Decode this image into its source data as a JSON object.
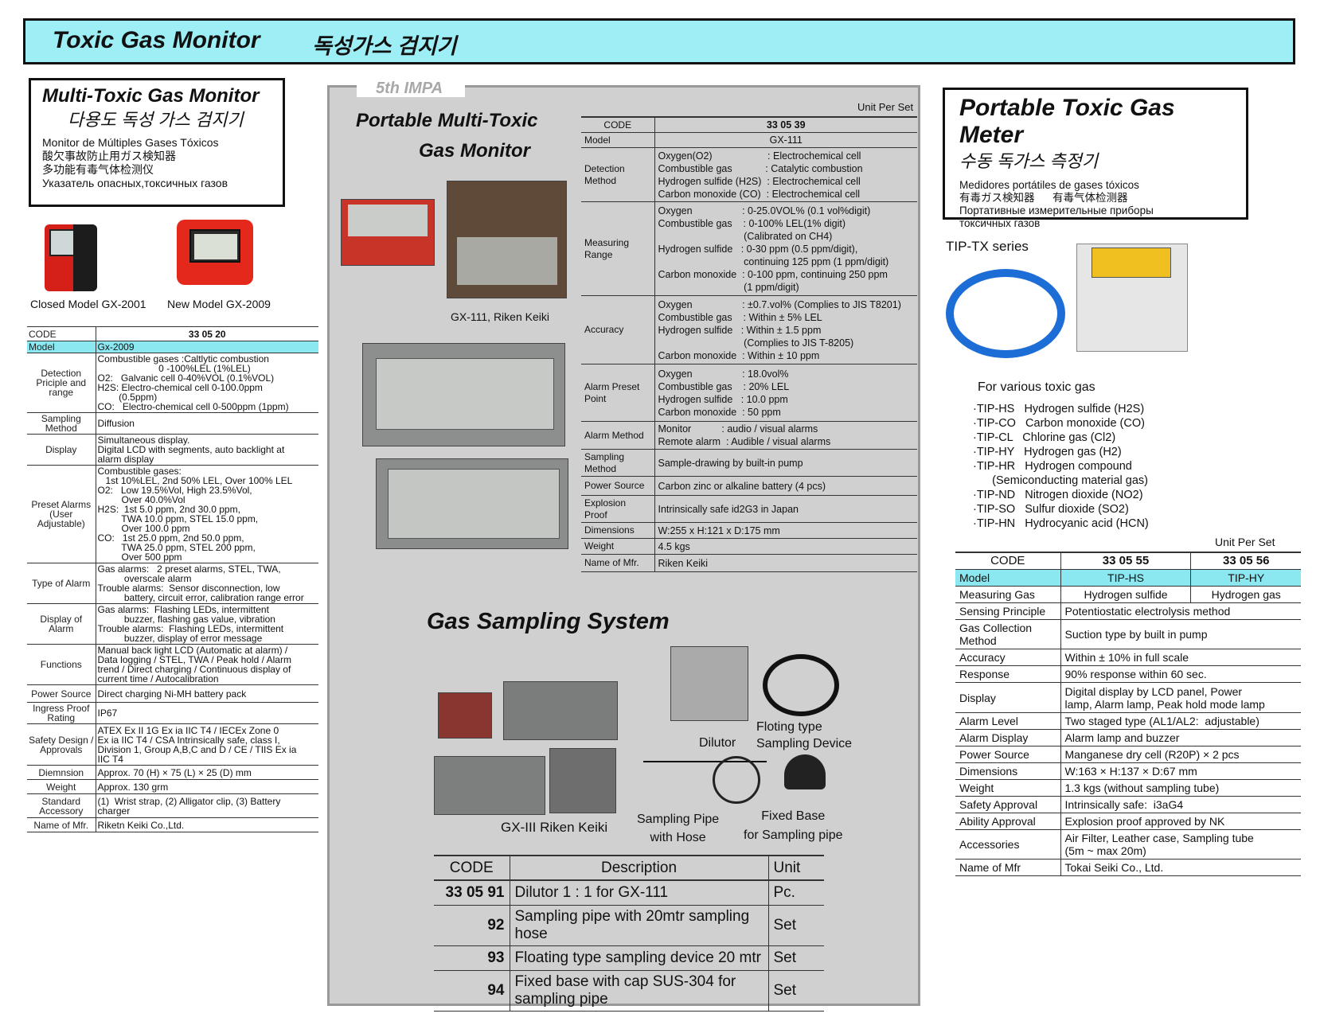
{
  "header": {
    "title_en": "Toxic Gas Monitor",
    "title_kr": "독성가스 검지기"
  },
  "left": {
    "title": "Multi-Toxic Gas Monitor",
    "title_kr": "다용도 독성 가스 검지기",
    "subtitles": [
      "Monitor de Múltiples Gases Tóxicos",
      "酸欠事故防止用ガス検知器",
      "多功能有毒气体检测仪",
      "Указатель опасных,токсичных газов"
    ],
    "cap_closed": "Closed Model GX-2001",
    "cap_new": "New Model GX-2009",
    "table": [
      {
        "k": "CODE",
        "v": "33 05 20"
      },
      {
        "k": "Model",
        "v": "Gx-2009"
      },
      {
        "k": "Detection Priciple and range",
        "v": "Combustible gases :Caltlytic combustion\n                       0 -100%LEL (1%LEL)\nO2:   Galvanic cell 0-40%VOL (0.1%VOL)\nH2S: Electro-chemical cell 0-100.0ppm\n        (0.5ppm)\nCO:   Electro-chemical cell 0-500ppm (1ppm)"
      },
      {
        "k": "Sampling Method",
        "v": "Diffusion"
      },
      {
        "k": "Display",
        "v": "Simultaneous display.\nDigital LCD with segments, auto backlight at\nalarm display"
      },
      {
        "k": "Preset Alarms (User Adjustable)",
        "v": "Combustible gases:\n   1st 10%LEL, 2nd 50% LEL, Over 100% LEL\nO2:   Low 19.5%Vol, High 23.5%Vol,\n         Over 40.0%Vol\nH2S:  1st 5.0 ppm, 2nd 30.0 ppm,\n         TWA 10.0 ppm, STEL 15.0 ppm,\n         Over 100.0 ppm\nCO:   1st 25.0 ppm, 2nd 50.0 ppm,\n         TWA 25.0 ppm, STEL 200 ppm,\n         Over 500 ppm"
      },
      {
        "k": "Type of Alarm",
        "v": "Gas alarms:   2 preset alarms, STEL, TWA,\n          overscale alarm\nTrouble alarms:  Sensor disconnection, low\n          battery, circuit error, calibration range error"
      },
      {
        "k": "Display of Alarm",
        "v": "Gas alarms:  Flashing LEDs, intermittent\n          buzzer, flashing gas value, vibration\nTrouble alarms:  Flashing LEDs, intermittent\n          buzzer, display of error message"
      },
      {
        "k": "Functions",
        "v": "Manual back light LCD (Automatic at alarm) /\nData logging / STEL, TWA / Peak hold / Alarm\ntrend / Direct charging / Continuous display of\ncurrent time / Autocalibration"
      },
      {
        "k": "Power Source",
        "v": "Direct charging Ni-MH battery pack"
      },
      {
        "k": "Ingress Proof Rating",
        "v": "IP67"
      },
      {
        "k": "Safety Design / Approvals",
        "v": "ATEX Ex II 1G Ex ia IIC T4 / IECEx Zone 0\nEx ia IIC T4 / CSA Intrinsically safe, class I,\nDivision 1, Group A,B,C and D / CE / TIIS Ex ia\nIIC T4"
      },
      {
        "k": "Diemnsion",
        "v": "Approx. 70 (H) × 75 (L) × 25 (D) mm"
      },
      {
        "k": "Weight",
        "v": "Approx. 130 grm"
      },
      {
        "k": "Standard Accessory",
        "v": "(1)  Wrist strap, (2) Alligator clip, (3) Battery\ncharger"
      },
      {
        "k": "Name of Mfr.",
        "v": "Riketn Keiki Co.,Ltd."
      }
    ]
  },
  "middle": {
    "tag": "5th IMPA",
    "title_line1": "Portable Multi-Toxic",
    "title_line2": "Gas Monitor",
    "photo_caption": "GX-111, Riken Keiki",
    "unit_per_set": "Unit Per Set",
    "table": [
      {
        "k": "CODE",
        "v": "33 05 39"
      },
      {
        "k": "Model",
        "v": "GX-111"
      },
      {
        "k": "Detection Method",
        "v": "Oxygen(O2)                    : Electrochemical cell\nCombustible gas            : Catalytic combustion\nHydrogen sulfide (H2S)  : Electrochemical cell\nCarbon monoxide (CO)  : Electrochemical cell"
      },
      {
        "k": "Measuring Range",
        "v": "Oxygen                  : 0-25.0VOL% (0.1 vol%digit)\nCombustible gas    : 0-100% LEL(1% digit)\n                               (Calibrated on CH4)\nHydrogen sulfide   : 0-30 ppm (0.5 ppm/digit),\n                               continuing 125 ppm (1 ppm/digit)\nCarbon monoxide  : 0-100 ppm, continuing 250 ppm\n                               (1 ppm/digit)"
      },
      {
        "k": "Accuracy",
        "v": "Oxygen                  : ±0.7.vol% (Complies to JIS T8201)\nCombustible gas    : Within ± 5% LEL\nHydrogen sulfide   : Within ± 1.5 ppm\n                               (Complies to JIS T-8205)\nCarbon monoxide  : Within ± 10 ppm"
      },
      {
        "k": "Alarm Preset Point",
        "v": "Oxygen                  : 18.0vol%\nCombustible gas    : 20% LEL\nHydrogen sulfide   : 10.0 ppm\nCarbon monoxide  : 50 ppm"
      },
      {
        "k": "Alarm Method",
        "v": "Monitor           : audio / visual alarms\nRemote alarm  : Audible / visual alarms"
      },
      {
        "k": "Sampling Method",
        "v": "Sample-drawing by built-in pump"
      },
      {
        "k": "Power Source",
        "v": "Carbon zinc or alkaline battery (4 pcs)"
      },
      {
        "k": "Explosion Proof",
        "v": "Intrinsically safe id2G3 in Japan"
      },
      {
        "k": "Dimensions",
        "v": "W:255 x H:121 x D:175 mm"
      },
      {
        "k": "Weight",
        "v": "4.5 kgs"
      },
      {
        "k": "Name of Mfr.",
        "v": "Riken Keiki"
      }
    ],
    "sampling_title": "Gas Sampling System",
    "labels": {
      "dilutor": "Dilutor",
      "floating": "Floting type\nSampling Device",
      "pipe": "Sampling Pipe\nwith Hose",
      "base": "Fixed Base\nfor Sampling pipe",
      "gx3": "GX-III  Riken Keiki"
    },
    "sampling_headers": [
      "CODE",
      "Description",
      "Unit"
    ],
    "sampling_rows": [
      {
        "code": "33 05 91",
        "desc": "Dilutor 1 : 1 for GX-111",
        "unit": "Pc."
      },
      {
        "code": "92",
        "desc": "Sampling pipe with 20mtr sampling hose",
        "unit": "Set"
      },
      {
        "code": "93",
        "desc": "Floating type sampling device 20 mtr",
        "unit": "Set"
      },
      {
        "code": "94",
        "desc": "Fixed base with cap SUS-304 for sampling pipe",
        "unit": "Set"
      }
    ]
  },
  "right": {
    "title": "Portable Toxic Gas Meter",
    "title_kr": "수동 독가스 측정기",
    "subtitles": [
      "Medidores portátiles de gases tóxicos",
      "有毒ガス検知器      有毒气体检测器",
      "Портативные измерительные приборы",
      "токсичных газов"
    ],
    "series": "TIP-TX series",
    "for_various": "For various toxic gas",
    "gas_list": [
      "·TIP-HS   Hydrogen sulfide (H2S)",
      "·TIP-CO   Carbon monoxide (CO)",
      "·TIP-CL   Chlorine gas (Cl2)",
      "·TIP-HY   Hydrogen gas (H2)",
      "·TIP-HR   Hydrogen compound",
      "      (Semiconducting material gas)",
      "·TIP-ND   Nitrogen dioxide (NO2)",
      "·TIP-SO   Sulfur dioxide (SO2)",
      "·TIP-HN   Hydrocyanic acid (HCN)"
    ],
    "unit_per_set": "Unit Per Set",
    "headers": [
      "CODE",
      "33 05 55",
      "33 05 56"
    ],
    "model": [
      "Model",
      "TIP-HS",
      "TIP-HY"
    ],
    "measuring": [
      "Measuring Gas",
      "Hydrogen sulfide",
      "Hydrogen gas"
    ],
    "rows": [
      {
        "k": "Sensing Principle",
        "v": "Potentiostatic electrolysis method"
      },
      {
        "k": "Gas Collection Method",
        "v": "Suction type by built in pump"
      },
      {
        "k": "Accuracy",
        "v": "Within ± 10% in full scale"
      },
      {
        "k": "Response",
        "v": "90% response within 60 sec."
      },
      {
        "k": "Display",
        "v": "Digital display by LCD panel, Power\nlamp, Alarm lamp, Peak hold mode lamp"
      },
      {
        "k": "Alarm Level",
        "v": "Two staged type (AL1/AL2:  adjustable)"
      },
      {
        "k": "Alarm Display",
        "v": "Alarm lamp and buzzer"
      },
      {
        "k": "Power Source",
        "v": "Manganese dry cell (R20P) × 2 pcs"
      },
      {
        "k": "Dimensions",
        "v": "W:163 × H:137 × D:67 mm"
      },
      {
        "k": "Weight",
        "v": "1.3 kgs (without sampling tube)"
      },
      {
        "k": "Safety Approval",
        "v": "Intrinsically safe:  i3aG4"
      },
      {
        "k": "Ability Approval",
        "v": "Explosion proof approved by NK"
      },
      {
        "k": "Accessories",
        "v": "Air Filter, Leather case, Sampling tube\n(5m ~ max 20m)"
      },
      {
        "k": "Name of Mfr",
        "v": "Tokai Seiki Co., Ltd."
      }
    ]
  }
}
